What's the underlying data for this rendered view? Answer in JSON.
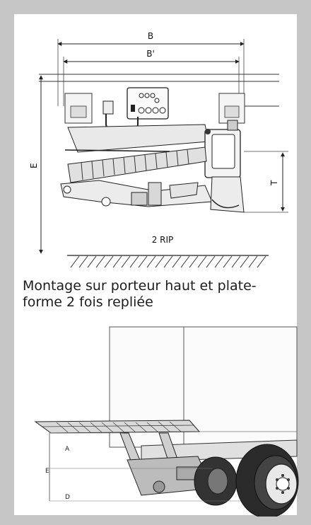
{
  "top_diagram": {
    "dim_b": "B",
    "dim_b_prime": "B'",
    "dim_e": "E",
    "dim_t": "T",
    "model_label": "2 RIP"
  },
  "caption": {
    "line1": "Montage sur porteur haut et plate-",
    "line2": "forme 2 fois repliée"
  },
  "bottom_diagram": {
    "dim_a": "A",
    "dim_e": "E",
    "dim_d": "D"
  }
}
